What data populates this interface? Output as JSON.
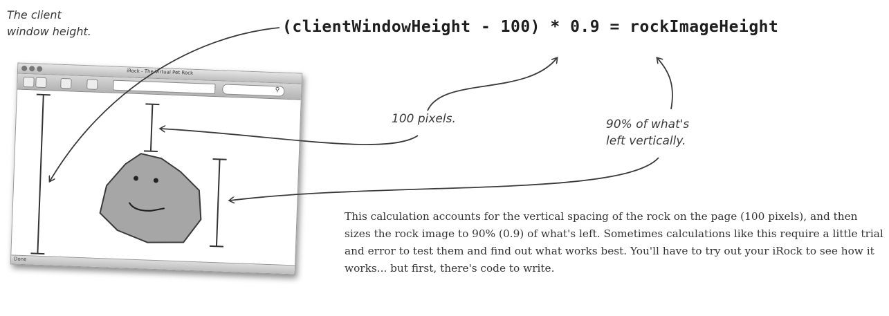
{
  "formula": {
    "text": "(clientWindowHeight - 100) * 0.9 = rockImageHeight"
  },
  "annotations": {
    "client_height": [
      "The client",
      "window height."
    ],
    "spacing": "100 pixels.",
    "ninety": [
      "90% of what's",
      "left vertically."
    ]
  },
  "browser": {
    "title": "iRock - The Virtual Pet Rock",
    "status": "Done"
  },
  "explanation": "This calculation accounts for the vertical spacing of the rock on the page (100 pixels), and then sizes the rock image to 90% (0.9) of what's left. Sometimes calculations like this require a little trial and error to test them and find out what works best. You'll have to try out your iRock to see how it works... but first, there's code to write.",
  "colors": {
    "rock_fill": "#a6a6a6",
    "ink": "#333333",
    "chrome": "#c4c4c4"
  },
  "icons": [
    "close-icon",
    "minimize-icon",
    "zoom-icon",
    "back-icon",
    "forward-icon",
    "reload-icon",
    "home-icon",
    "search-icon"
  ]
}
